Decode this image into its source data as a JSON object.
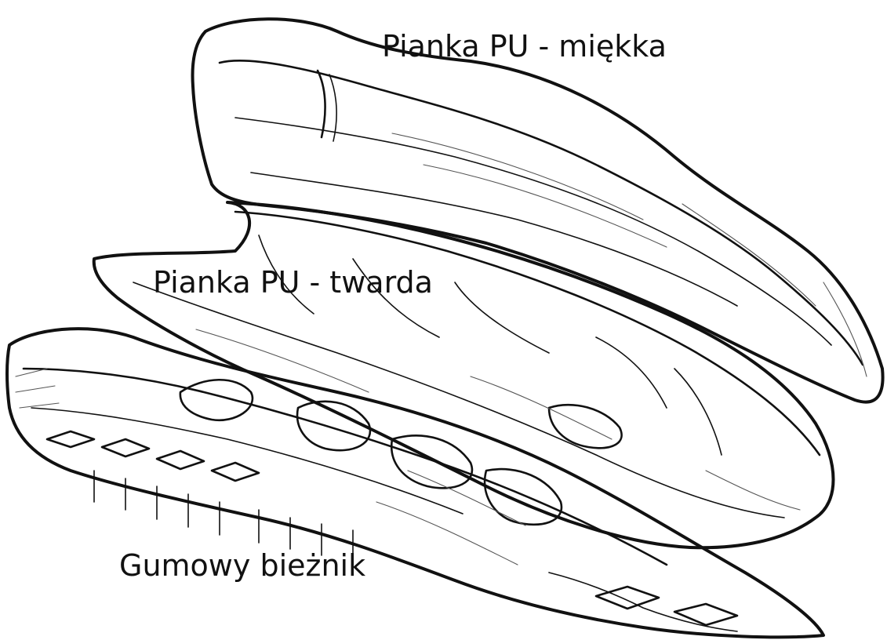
{
  "image": {
    "background": "#ffffff",
    "line_color": "#111111"
  },
  "labels": {
    "top": "Pianka PU - miękka",
    "middle": "Pianka PU - twarda",
    "bottom": "Gumowy bieżnik"
  },
  "layers": [
    {
      "name": "soft-pu-foam",
      "label_ref": "labels.top"
    },
    {
      "name": "hard-pu-foam",
      "label_ref": "labels.middle"
    },
    {
      "name": "rubber-tread",
      "label_ref": "labels.bottom"
    }
  ]
}
